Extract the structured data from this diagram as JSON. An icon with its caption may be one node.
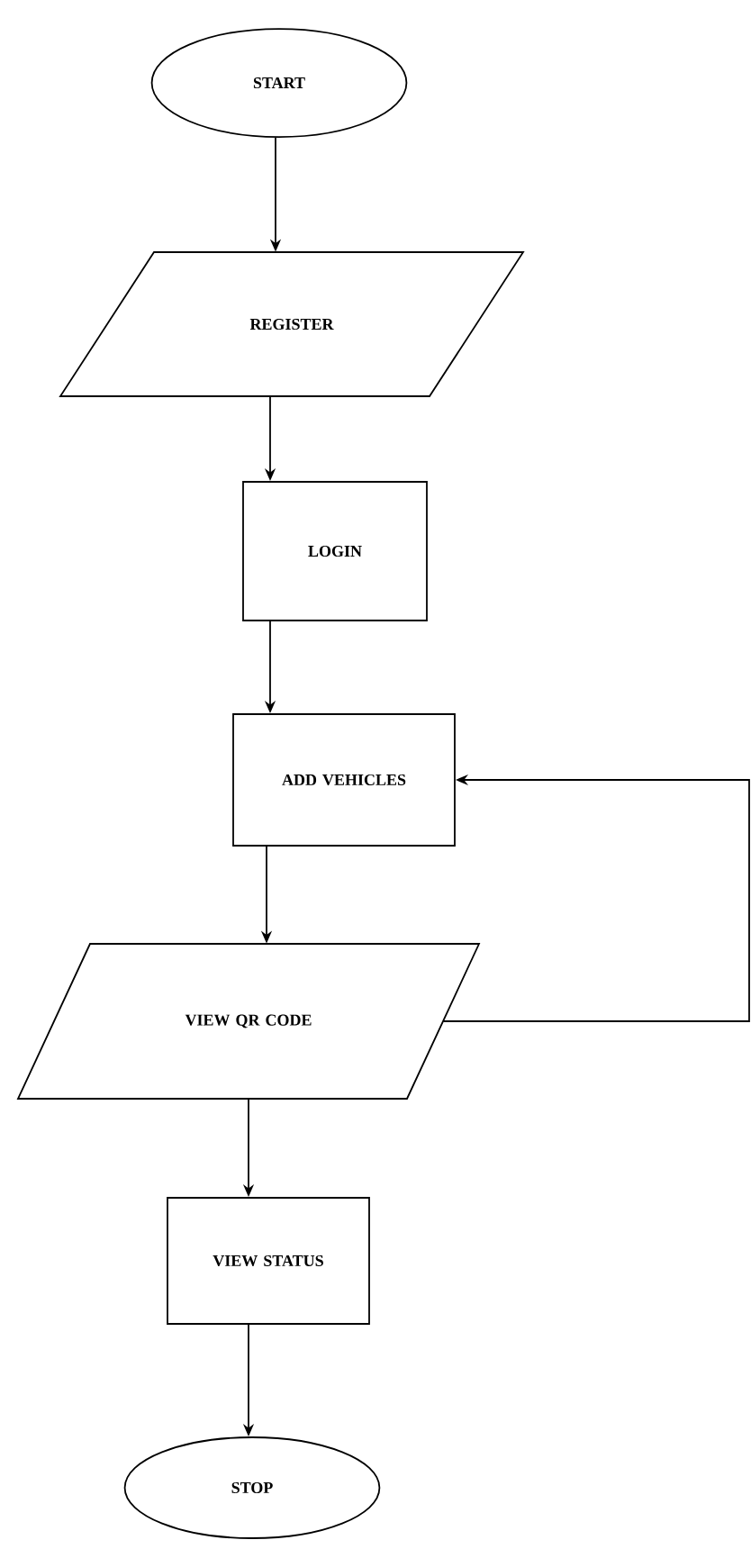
{
  "diagram": {
    "nodes": [
      {
        "text": [
          "START"
        ]
      },
      {
        "text": [
          "REGISTER"
        ]
      },
      {
        "text": [
          "LOGIN"
        ]
      },
      {
        "text": [
          "ADD VEHICLES"
        ]
      },
      {
        "text": [
          "VIEW QR CODE"
        ]
      },
      {
        "text": [
          "VIEW STATUS"
        ]
      },
      {
        "text": [
          "STOP"
        ]
      }
    ],
    "edges": [
      {
        "from": 0,
        "to": 1,
        "arrow": "to"
      },
      {
        "from": 1,
        "to": 2,
        "arrow": "to"
      },
      {
        "from": 2,
        "to": 3,
        "arrow": "to"
      },
      {
        "from": 3,
        "to": 4,
        "arrow": "to"
      },
      {
        "from": 4,
        "to": 5,
        "arrow": "to"
      },
      {
        "from": 5,
        "to": 6,
        "arrow": "to"
      },
      {
        "from": 4,
        "to": 3,
        "arrow": "to"
      }
    ]
  }
}
